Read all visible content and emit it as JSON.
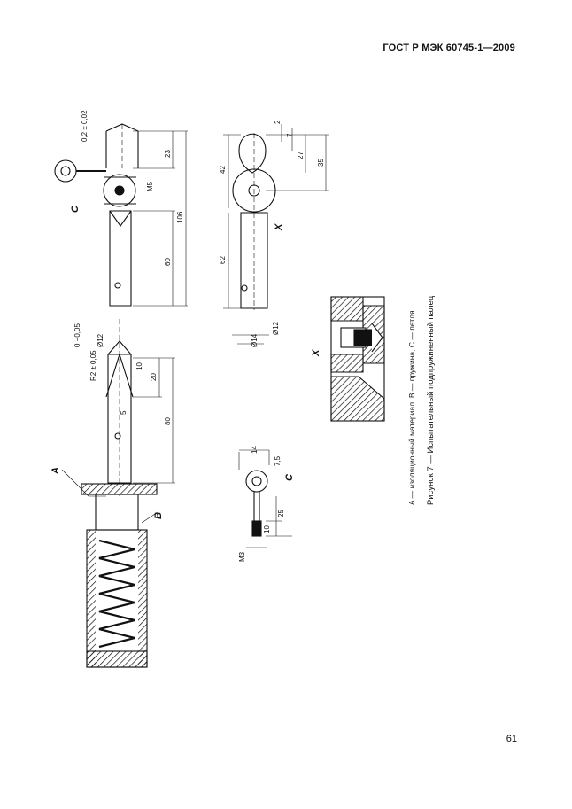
{
  "header": {
    "standard": "ГОСТ Р МЭК 60745-1—2009"
  },
  "page_number": "61",
  "figure": {
    "caption": "Рисунок 7 — Испытательный подпружиненный палец",
    "legend": "A — изоляционный материал, B — пружина, C — петля"
  },
  "labels": {
    "a": "A",
    "b": "B",
    "c": "C",
    "x": "X"
  },
  "dims": {
    "d_02": "0,2 ± 0,02",
    "d_23": "23",
    "d_m5": "M5",
    "d_106": "106",
    "d_60": "60",
    "d_r2": "R2 ± 0,05",
    "d_dia12": "Ø12",
    "d_tol": "0\n−0,05",
    "d_10": "10",
    "d_20": "20",
    "d_5": "5",
    "d_80": "80",
    "d_14": "14",
    "d_7_5": "7,5",
    "d_25": "25",
    "d_10b": "10",
    "d_m3": "M3",
    "d_2": "2",
    "d_7": "7",
    "d_42": "42",
    "d_27": "27",
    "d_35": "35",
    "d_62": "62",
    "d_dia14": "Ø14",
    "d_dia12b": "Ø12"
  },
  "colors": {
    "ink": "#111111",
    "paper": "#ffffff"
  }
}
